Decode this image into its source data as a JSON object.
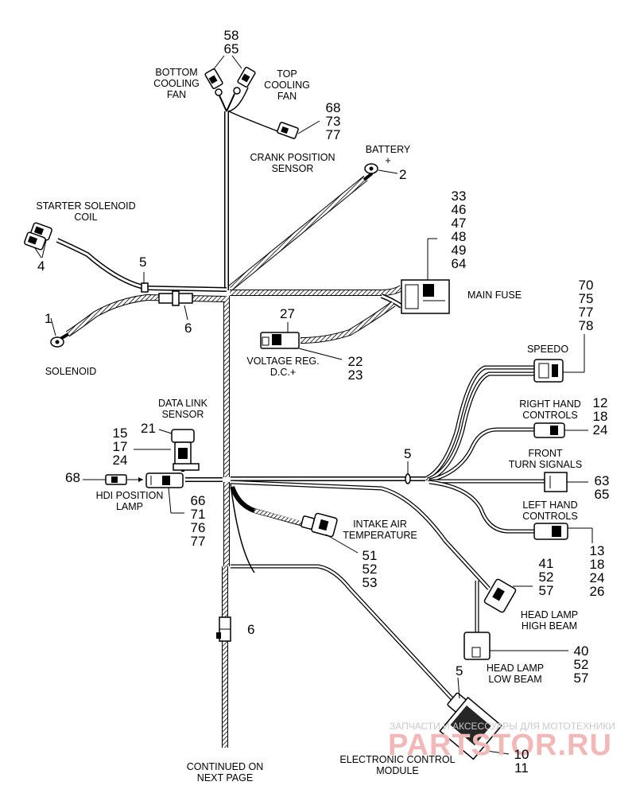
{
  "labels": {
    "bottom_cooling_fan": [
      "BOTTOM",
      "COOLING",
      "FAN"
    ],
    "top_cooling_fan": [
      "TOP",
      "COOLING",
      "FAN"
    ],
    "crank_position_sensor": [
      "CRANK POSITION",
      "SENSOR"
    ],
    "battery": [
      "BATTERY",
      "+"
    ],
    "starter_solenoid_coil": [
      "STARTER SOLENOID",
      "COIL"
    ],
    "solenoid": "SOLENOID",
    "main_fuse": "MAIN FUSE",
    "voltage_reg": [
      "VOLTAGE REG.",
      "D.C.+"
    ],
    "speedo": "SPEEDO",
    "right_hand_controls": [
      "RIGHT HAND",
      "CONTROLS"
    ],
    "front_turn_signals": [
      "FRONT",
      "TURN SIGNALS"
    ],
    "left_hand_controls": [
      "LEFT HAND",
      "CONTROLS"
    ],
    "data_link_sensor": [
      "DATA LINK",
      "SENSOR"
    ],
    "hdi_position_lamp": [
      "HDI POSITION",
      "LAMP"
    ],
    "intake_air_temperature": [
      "INTAKE AIR",
      "TEMPERATURE"
    ],
    "head_lamp_high_beam": [
      "HEAD LAMP",
      "HIGH BEAM"
    ],
    "head_lamp_low_beam": [
      "HEAD LAMP",
      "LOW BEAM"
    ],
    "electronic_control_module": [
      "ELECTRONIC CONTROL",
      "MODULE"
    ],
    "continued": [
      "CONTINUED ON",
      "NEXT PAGE"
    ]
  },
  "callouts": {
    "fans": [
      "58",
      "65"
    ],
    "crank": [
      "68",
      "73",
      "77"
    ],
    "battery": "2",
    "starter_coil": "4",
    "splice_top": "5",
    "solenoid": "1",
    "connector_left": "6",
    "main_fuse": [
      "33",
      "46",
      "47",
      "48",
      "49",
      "64"
    ],
    "voltage_reg_top": "27",
    "voltage_reg_bottom": [
      "22",
      "23"
    ],
    "speedo": [
      "70",
      "75",
      "77",
      "78"
    ],
    "right_hand": [
      "12",
      "18",
      "24"
    ],
    "splice_mid": "5",
    "front_turn": [
      "63",
      "65"
    ],
    "left_hand": [
      "13",
      "18",
      "24",
      "26"
    ],
    "data_link_top": "21",
    "data_link_side": [
      "15",
      "17",
      "24"
    ],
    "hdi_lamp": "68",
    "hdi_lamp_bottom": [
      "66",
      "71",
      "76",
      "77"
    ],
    "intake_air": [
      "51",
      "52",
      "53"
    ],
    "high_beam": [
      "41",
      "52",
      "57"
    ],
    "connector_lower": "6",
    "low_beam": [
      "40",
      "52",
      "57"
    ],
    "ecm_top": "5",
    "ecm_side": [
      "10",
      "11"
    ]
  },
  "watermark": {
    "top_text": "ЗАПЧАСТИ И АКСЕССУАРЫ ДЛЯ МОТОТЕХНИКИ",
    "logo_text": "PARTSTOR.RU",
    "top_color": "#c9c9c9",
    "logo_color": "#f2b8b8"
  }
}
